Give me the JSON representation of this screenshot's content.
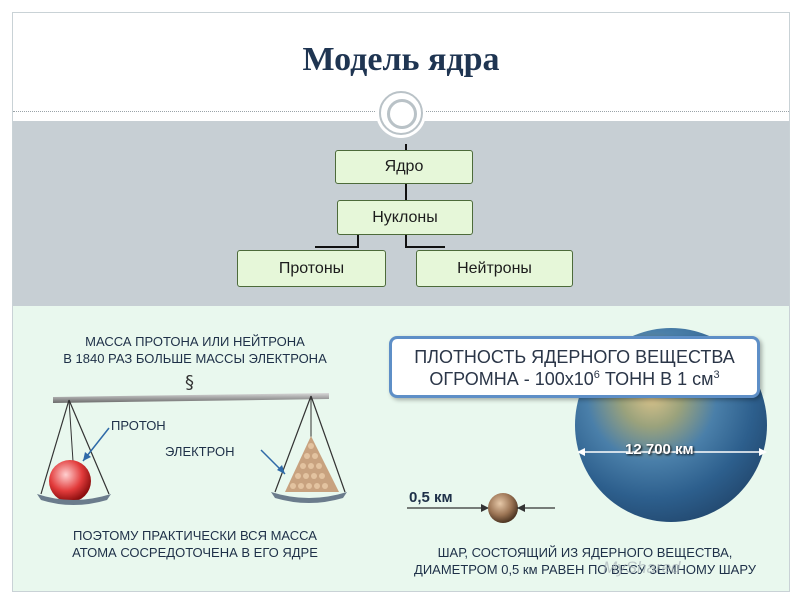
{
  "slide": {
    "title": "Модель ядра"
  },
  "tree": {
    "root": "Ядро",
    "middle": "Нуклоны",
    "left_leaf": "Протоны",
    "right_leaf": "Нейтроны"
  },
  "left_panel": {
    "top_line1": "МАССА ПРОТОНА ИЛИ НЕЙТРОНА",
    "top_line2": "В 1840 РАЗ БОЛЬШЕ МАССЫ ЭЛЕКТРОНА",
    "proton_label": "ПРОТОН",
    "electron_label": "ЭЛЕКТРОН",
    "bottom_line1": "ПОЭТОМУ ПРАКТИЧЕСКИ ВСЯ МАССА",
    "bottom_line2": "АТОМА СОСРЕДОТОЧЕНА В ЕГО ЯДРЕ"
  },
  "right_panel": {
    "density_line1": "ПЛОТНОСТЬ ЯДЕРНОГО ВЕЩЕСТВА",
    "density_line2_prefix": "ОГРОМНА - 100х10",
    "density_exp1": "6",
    "density_line2_suffix": " ТОНН В 1 см",
    "density_exp2": "3",
    "earth_diameter": "12 700 км",
    "ball_diameter": "0,5 км",
    "caption_line1": "ШАР, СОСТОЯЩИЙ ИЗ ЯДЕРНОГО ВЕЩЕСТВА,",
    "caption_line2": "ДИАМЕТРОМ 0,5 км РАВЕН ПО ВЕСУ ЗЕМНОМУ ШАРУ"
  },
  "watermark": "MyShared",
  "colors": {
    "title": "#1f3552",
    "node_fill": "#e6f7d9",
    "band": "#c7cfd4",
    "bottom_bg": "#e9f8ee",
    "box_border": "#5e8fc7"
  }
}
